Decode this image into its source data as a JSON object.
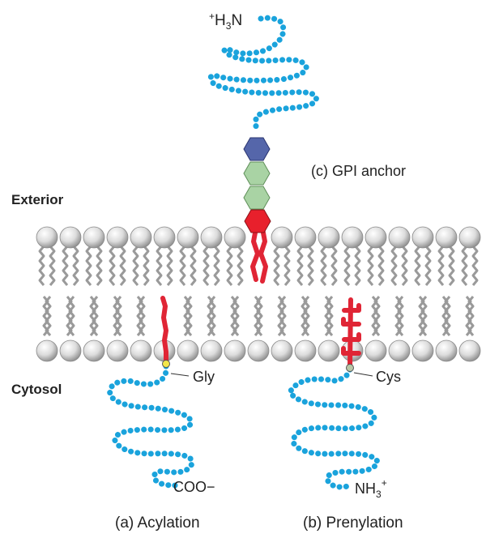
{
  "regions": {
    "exterior": "Exterior",
    "cytosol": "Cytosol"
  },
  "gpi": {
    "caption": "(c) GPI anchor",
    "nterm_charge": "+",
    "nterm_base": "H",
    "nterm_sub": "3",
    "nterm_tail": "N"
  },
  "acylation": {
    "caption": "(a) Acylation",
    "residue": "Gly",
    "cterm": "COO−"
  },
  "prenylation": {
    "caption": "(b) Prenylation",
    "residue": "Cys",
    "nterm_base": "NH",
    "nterm_sub": "3",
    "nterm_charge": "+"
  },
  "colors": {
    "protein": "#1aa3dc",
    "lipid": "#e02535",
    "sugar_green": "#a9d3a4",
    "sugar_blue": "#5566aa",
    "inositol": "#e8202c",
    "headgroup": "#dcdcdc",
    "tail": "#9a9a9a",
    "gly_dot": "#f3e64a",
    "cys_dot": "#b9c7a6"
  }
}
